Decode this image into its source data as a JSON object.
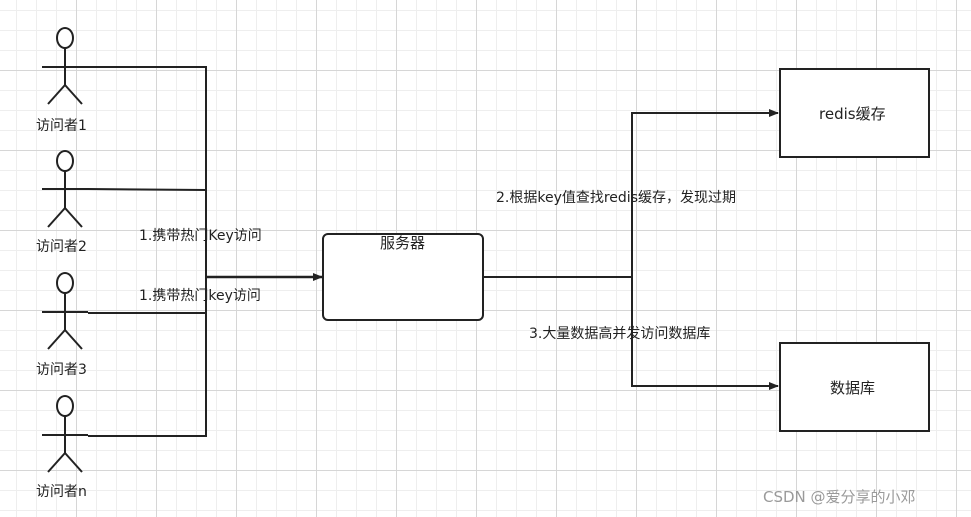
{
  "actors": [
    {
      "label": "访问者1"
    },
    {
      "label": "访问者2"
    },
    {
      "label": "访问者3"
    },
    {
      "label": "访问者n"
    }
  ],
  "edges": {
    "request_upper": "1.携带热门Key访问",
    "request_lower": "1.携带热门key访问",
    "cache_lookup": "2.根据key值查找redis缓存，发现过期",
    "db_access": "3.大量数据高并发访问数据库"
  },
  "nodes": {
    "server": "服务器",
    "cache": "redis缓存",
    "database": "数据库"
  },
  "watermark": "CSDN @爱分享的小邓",
  "colors": {
    "stroke": "#222222",
    "grid": "#d6d6d6",
    "watermark": "#9a9a9a"
  }
}
